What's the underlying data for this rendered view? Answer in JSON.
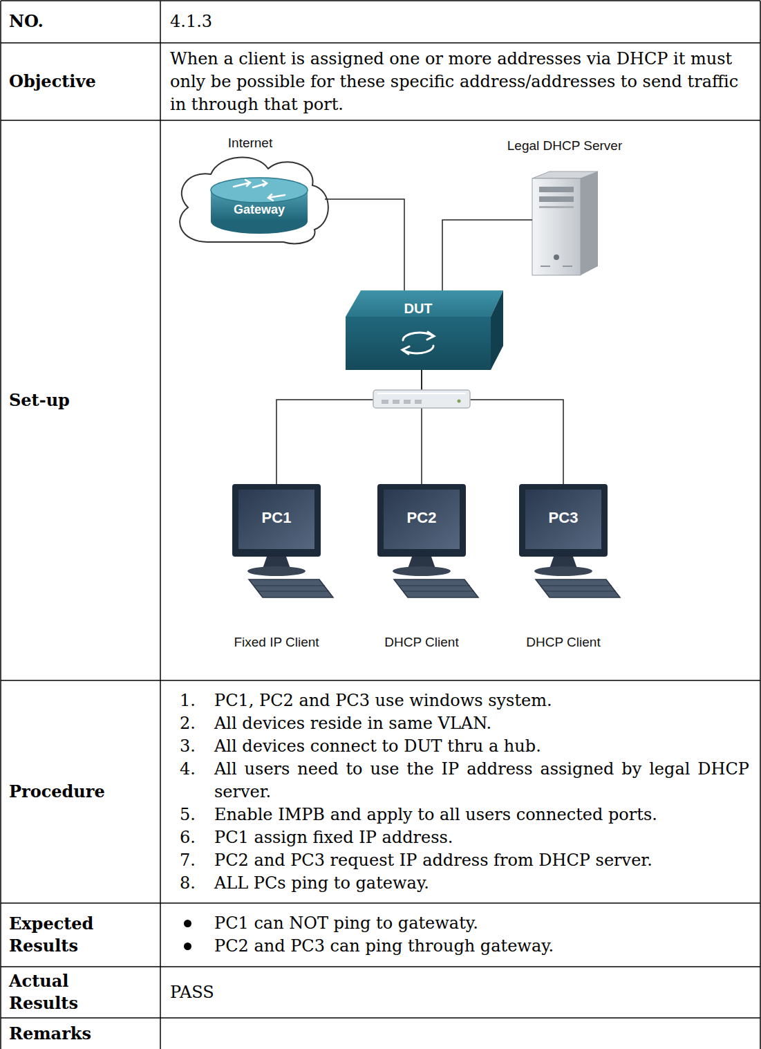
{
  "diagram": {
    "nodes": [
      {
        "text": [
          "Internet",
          "Gateway"
        ]
      },
      {
        "text": [
          "Legal DHCP Server"
        ]
      },
      {
        "text": [
          "DUT"
        ]
      },
      {
        "text": [
          "PC1",
          "Fixed IP Client"
        ]
      },
      {
        "text": [
          "PC2",
          "DHCP Client"
        ]
      },
      {
        "text": [
          "PC3",
          "DHCP Client"
        ]
      }
    ],
    "edges": [
      {
        "from": 0,
        "to": 2,
        "arrow": "none"
      },
      {
        "from": 1,
        "to": 2,
        "arrow": "none"
      },
      {
        "from": 2,
        "to": 3,
        "arrow": "none"
      },
      {
        "from": 2,
        "to": 4,
        "arrow": "none"
      },
      {
        "from": 2,
        "to": 5,
        "arrow": "none"
      }
    ],
    "labels": [
      "NO.",
      "4.1.3",
      "Objective",
      "When a client is assigned one or more addresses via DHCP it must only be possible for these specific address/addresses to send traffic in through that port.",
      "Set-up",
      "Procedure",
      "1.",
      "PC1, PC2 and PC3 use windows system.",
      "2.",
      "All devices reside in same VLAN.",
      "3.",
      "All devices connect to DUT thru a hub.",
      "4.",
      "All users need to use the IP address assigned by legal DHCP server.",
      "5.",
      "Enable IMPB and apply to all users connected ports.",
      "6.",
      "PC1 assign fixed IP address.",
      "7.",
      "PC2 and PC3 request IP address from DHCP server.",
      "8.",
      "ALL PCs ping to gateway.",
      "Expected Results",
      "PC1 can NOT ping to gatewaty.",
      "PC2 and PC3 can ping through gateway.",
      "Actual Results",
      "PASS",
      "Remarks"
    ]
  }
}
